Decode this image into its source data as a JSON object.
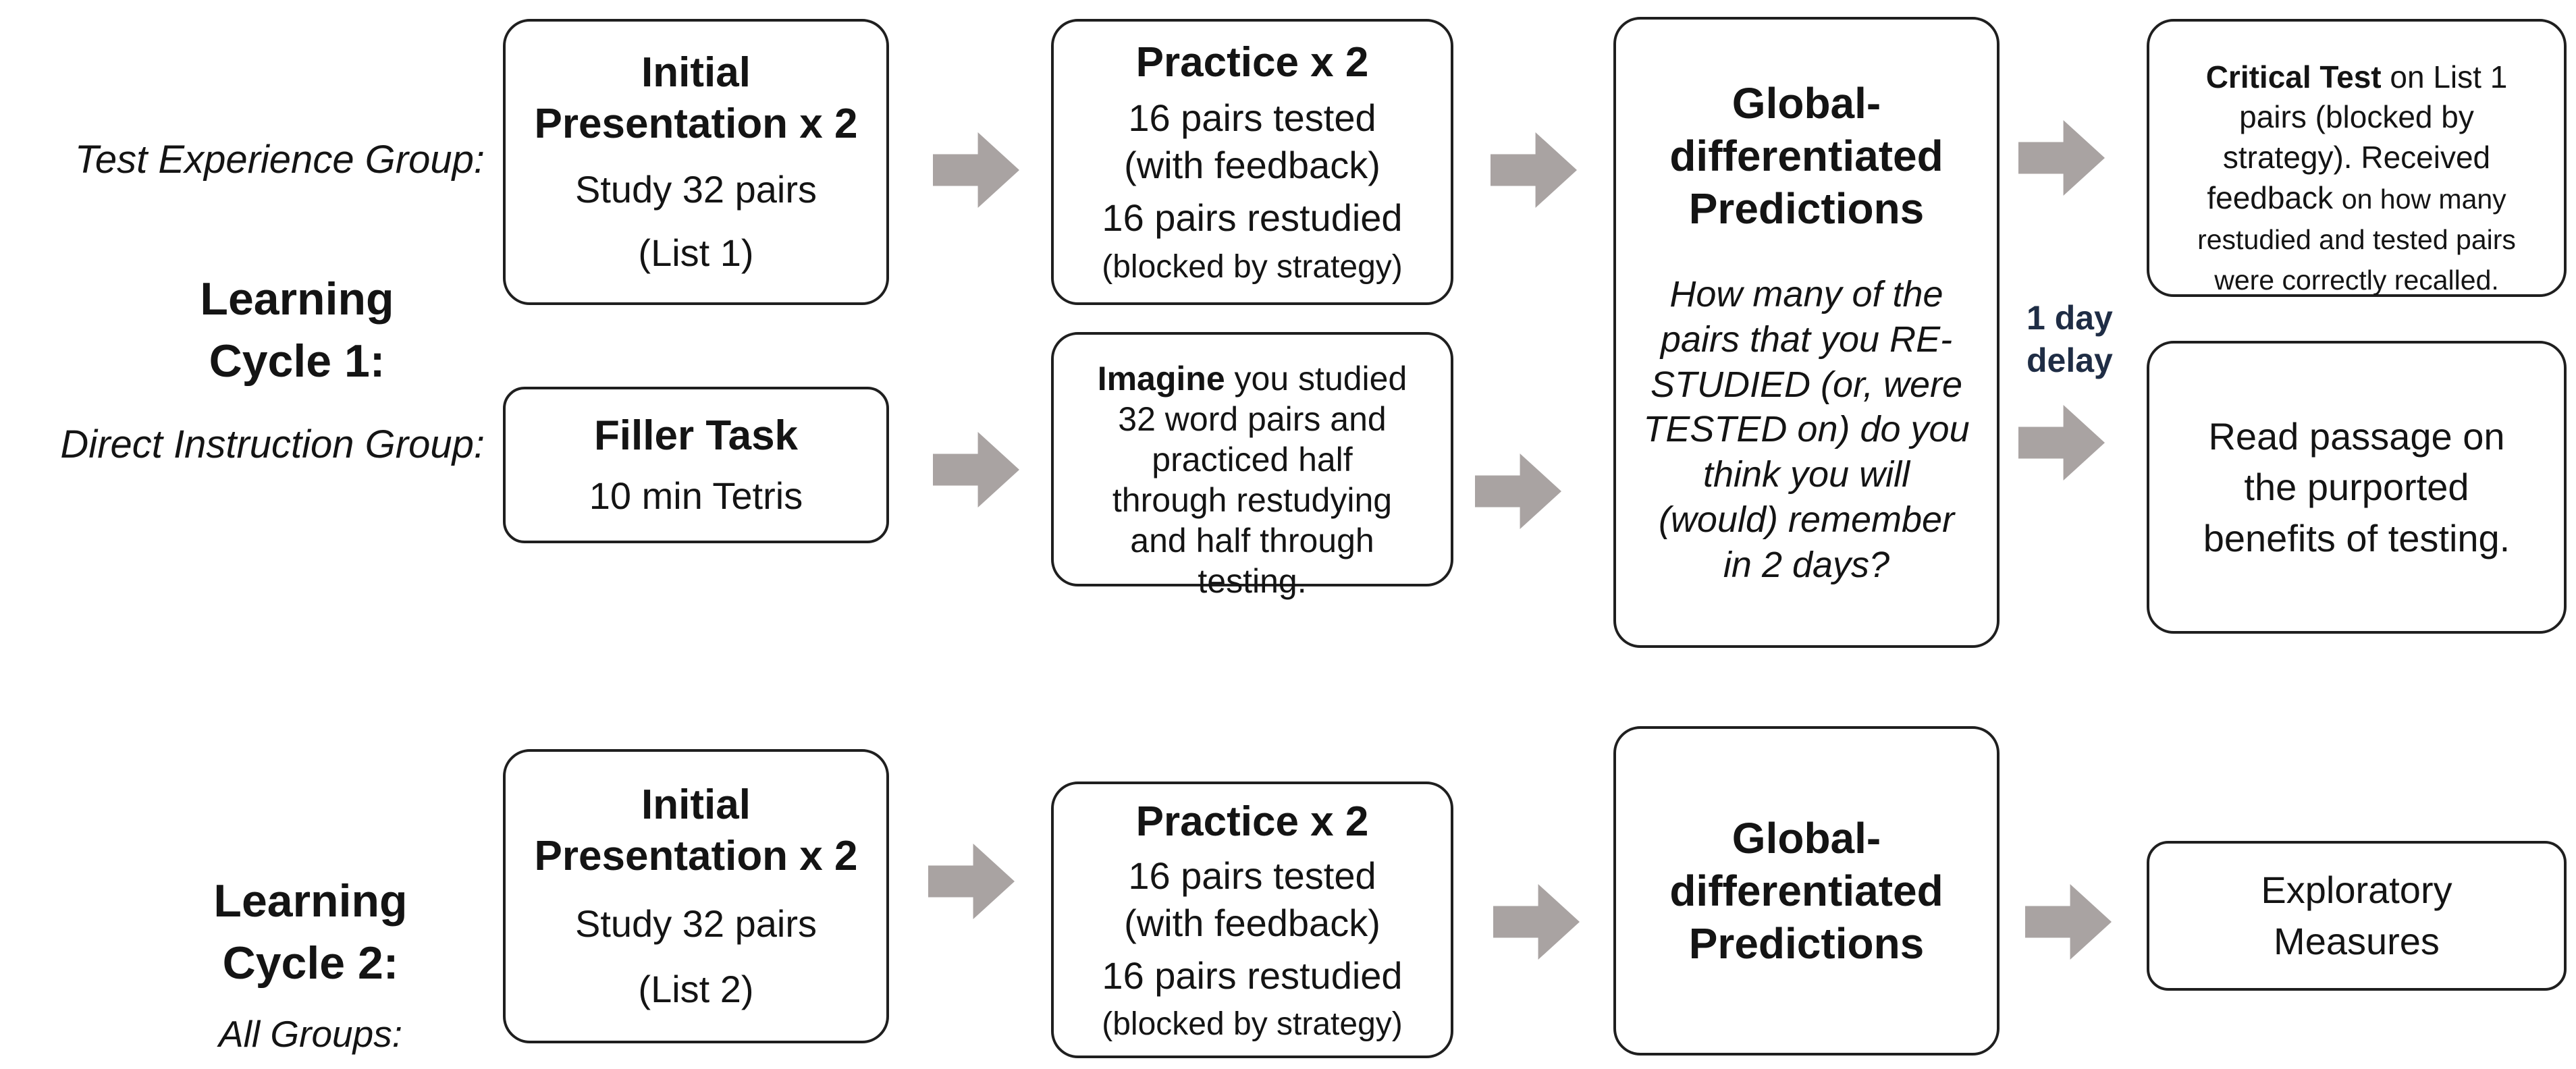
{
  "colors": {
    "arrow": "#a9a3a2",
    "delay": "#1f2d45",
    "border": "#1f1f1f",
    "text": "#141414",
    "bg": "#ffffff"
  },
  "labels": {
    "test_experience_group": "Test Experience Group:",
    "cycle1": "Learning\nCycle 1:",
    "direct_instruction_group": "Direct Instruction Group:",
    "cycle2": "Learning\nCycle 2:",
    "all_groups": "All Groups:",
    "delay": "1 day\ndelay"
  },
  "cycle1": {
    "initial_presentation": {
      "title": "Initial\nPresentation x 2",
      "body": "Study 32 pairs",
      "list": "(List 1)"
    },
    "practice": {
      "title": "Practice x 2",
      "tested": "16 pairs tested\n(with feedback)",
      "restudied": "16 pairs restudied",
      "blocked": "(blocked by strategy)"
    },
    "global_predictions": {
      "title": "Global-\ndifferentiated\nPredictions",
      "question": "How many of the\npairs that you RE-\nSTUDIED (or, were\nTESTED on) do you\nthink you will\n(would) remember\nin 2 days?"
    },
    "critical_test": {
      "lead": "Critical Test",
      "large": " on List 1\npairs (blocked by\nstrategy). Received\nfeedback ",
      "small": "on how many\nrestudied and tested pairs\nwere correctly recalled."
    },
    "filler": {
      "title": "Filler Task",
      "body": "10 min Tetris"
    },
    "imagine": {
      "lead": "Imagine",
      "rest": " you studied\n32 word pairs and\npracticed half\nthrough restudying\nand half through\ntesting."
    },
    "read_passage": {
      "body": "Read passage on\nthe purported\nbenefits of testing."
    }
  },
  "cycle2": {
    "initial_presentation": {
      "title": "Initial\nPresentation x 2",
      "body": "Study 32 pairs",
      "list": "(List 2)"
    },
    "practice": {
      "title": "Practice x 2",
      "tested": "16 pairs tested\n(with feedback)",
      "restudied": "16 pairs restudied",
      "blocked": "(blocked by strategy)"
    },
    "global_predictions": {
      "title": "Global-\ndifferentiated\nPredictions"
    },
    "exploratory": {
      "body": "Exploratory\nMeasures"
    }
  }
}
